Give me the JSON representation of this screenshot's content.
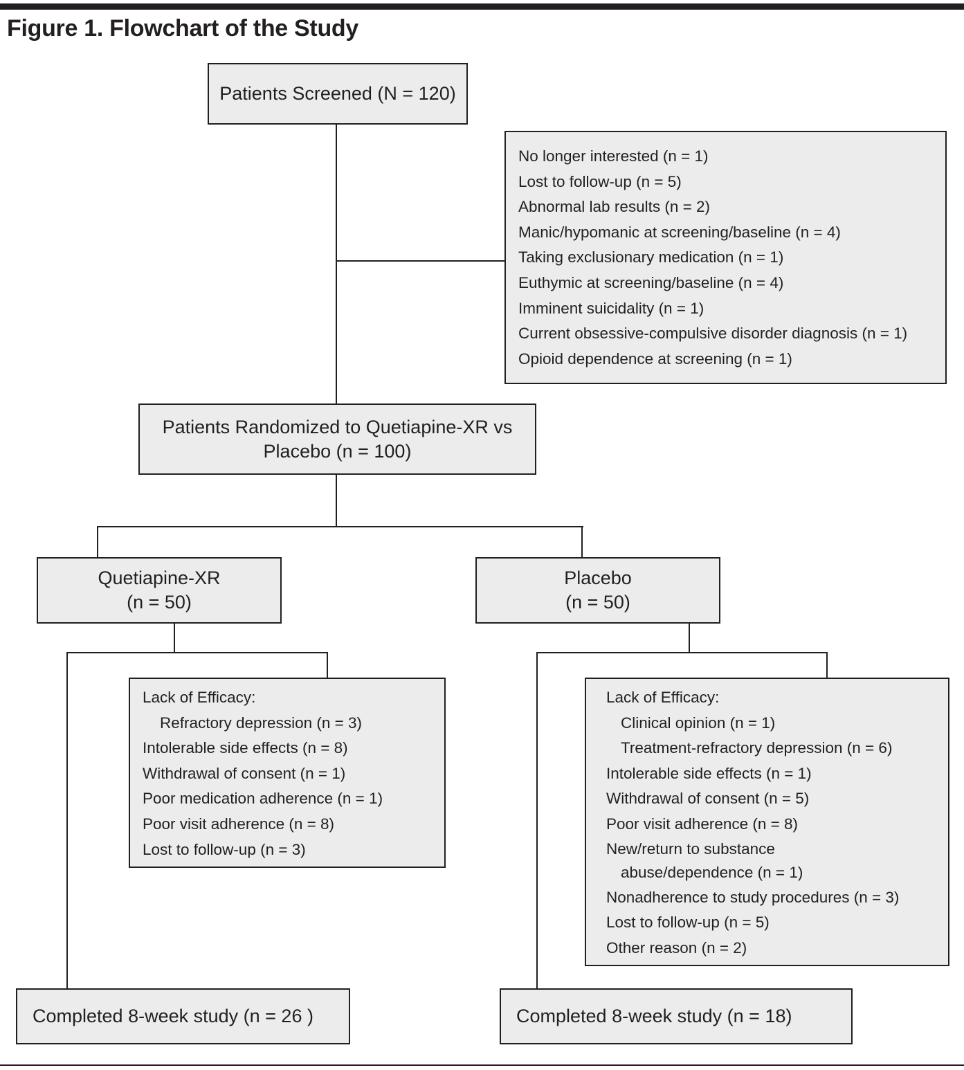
{
  "title": "Figure 1. Flowchart of the Study",
  "screened": {
    "label": "Patients Screened (N = 120)"
  },
  "excluded": {
    "items": [
      "No longer interested (n = 1)",
      "Lost to follow-up (n = 5)",
      "Abnormal lab results (n = 2)",
      "Manic/hypomanic at screening/baseline  (n = 4)",
      "Taking exclusionary medication (n = 1)",
      "Euthymic at screening/baseline (n = 4)",
      "Imminent suicidality (n = 1)",
      "Current obsessive-compulsive disorder diagnosis (n = 1)",
      "Opioid dependence at screening (n = 1)"
    ]
  },
  "randomized": {
    "line1": "Patients Randomized to Quetiapine-XR vs",
    "line2": "Placebo (n = 100)"
  },
  "quetiapine": {
    "name": "Quetiapine-XR",
    "n": "(n = 50)"
  },
  "placebo": {
    "name": "Placebo",
    "n": "(n = 50)"
  },
  "quetiapine_dropouts": {
    "items": [
      "Lack of Efficacy:",
      "Refractory depression (n = 3)",
      "Intolerable side effects (n = 8)",
      "Withdrawal of consent (n = 1)",
      "Poor medication adherence (n = 1)",
      "Poor visit adherence (n = 8)",
      "Lost to follow-up (n = 3)"
    ]
  },
  "placebo_dropouts": {
    "items": [
      "Lack of Efficacy:",
      "Clinical opinion (n = 1)",
      "Treatment-refractory depression (n = 6)",
      "Intolerable side effects (n = 1)",
      "Withdrawal of consent (n = 5)",
      "Poor visit adherence (n = 8)",
      "New/return to substance",
      "abuse/dependence (n = 1)",
      "Nonadherence to study procedures (n = 3)",
      "Lost to follow-up (n = 5)",
      "Other reason (n  = 2)"
    ]
  },
  "quetiapine_completed": {
    "label": "Completed 8-week study (n = 26 )"
  },
  "placebo_completed": {
    "label": "Completed 8-week study (n = 18)"
  }
}
